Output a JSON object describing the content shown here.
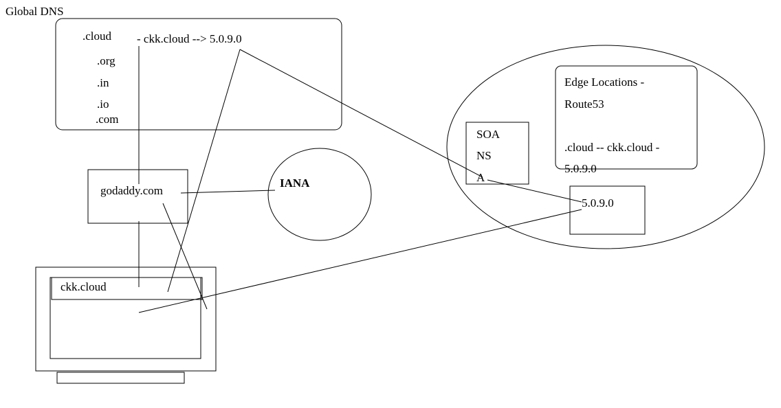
{
  "title": "Global DNS",
  "tld_box": {
    "tlds": [
      ".cloud",
      ".org",
      ".in",
      ".io",
      ".com"
    ],
    "record": "- ckk.cloud --> 5.0.9.0"
  },
  "registrar": "godaddy.com",
  "authority": "IANA",
  "route53": {
    "edge_line1": "Edge Locations -",
    "edge_line2": "Route53",
    "mapping_line1": ".cloud -- ckk.cloud -",
    "mapping_line2": "5.0.9.0",
    "records": [
      "SOA",
      "NS",
      "A"
    ],
    "ip_address": "5.0.9.0"
  },
  "browser": {
    "address_bar": "ckk.cloud"
  }
}
